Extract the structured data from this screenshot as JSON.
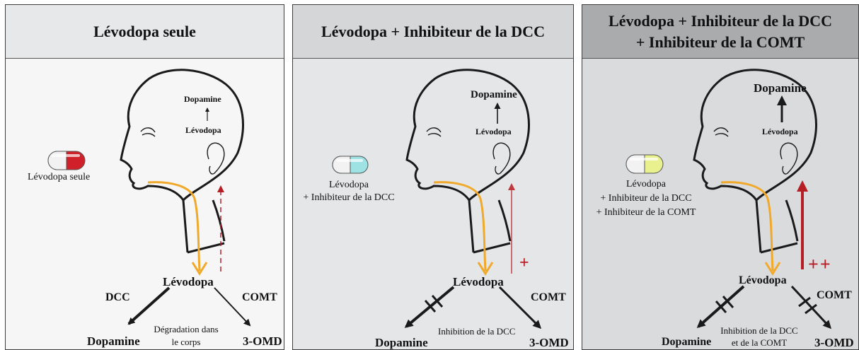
{
  "colors": {
    "outline": "#1a1a1a",
    "esophagus": "#f0a92a",
    "red_arrow": "#b51e25",
    "pill_red": "#d0202a",
    "pill_cyan": "#9fe2e4",
    "pill_yellow": "#e8f18e"
  },
  "panels": [
    {
      "title": [
        "Lévodopa seule"
      ],
      "brain_product": "Dopamine",
      "brain_precursor": "Lévodopa",
      "pill_label": [
        "Lévodopa seule"
      ],
      "center_label": "Lévodopa",
      "left_enzyme": "DCC",
      "right_enzyme": "COMT",
      "left_product": "Dopamine",
      "right_product": "3-OMD",
      "bottom_note": [
        "Dégradation dans",
        "le corps"
      ],
      "plus_marks": ""
    },
    {
      "title": [
        "Lévodopa + Inhibiteur de la DCC"
      ],
      "brain_product": "Dopamine",
      "brain_precursor": "Lévodopa",
      "pill_label": [
        "Lévodopa",
        "+ Inhibiteur de la DCC"
      ],
      "center_label": "Lévodopa",
      "left_enzyme": "",
      "right_enzyme": "COMT",
      "left_product": "Dopamine",
      "right_product": "3-OMD",
      "bottom_note": [
        "Inhibition de la DCC"
      ],
      "plus_marks": "+"
    },
    {
      "title": [
        "Lévodopa + Inhibiteur de la DCC",
        "+ Inhibiteur de la COMT"
      ],
      "brain_product": "Dopamine",
      "brain_precursor": "Lévodopa",
      "pill_label": [
        "Lévodopa",
        "+ Inhibiteur de la DCC",
        "+ Inhibiteur de la COMT"
      ],
      "center_label": "Lévodopa",
      "left_enzyme": "",
      "right_enzyme": "COMT",
      "left_product": "Dopamine",
      "right_product": "3-OMD",
      "bottom_note": [
        "Inhibition de la DCC",
        "et de la COMT"
      ],
      "plus_marks": "++"
    }
  ]
}
